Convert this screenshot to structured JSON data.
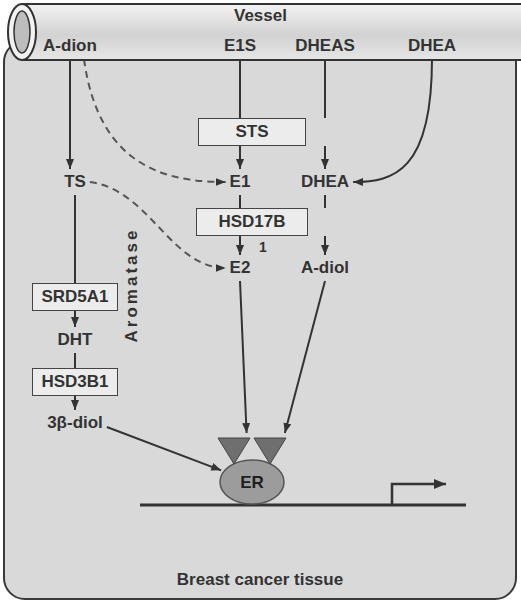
{
  "diagram": {
    "nodes": [
      {
        "text": [
          "Vessel"
        ]
      },
      {
        "text": [
          "A-dion"
        ],
        "in": 0
      },
      {
        "text": [
          "E1S"
        ],
        "in": 0
      },
      {
        "text": [
          "DHEAS"
        ],
        "in": 0
      },
      {
        "text": [
          "DHEA"
        ],
        "in": 0
      },
      {
        "text": [
          "Breast cancer tissue"
        ]
      },
      {
        "text": [
          "TS"
        ],
        "in": 5
      },
      {
        "text": [
          "STS"
        ],
        "in": 5
      },
      {
        "text": [
          "E1"
        ],
        "in": 5
      },
      {
        "text": [
          "DHEA"
        ],
        "in": 5
      },
      {
        "text": [
          "HSD17B"
        ],
        "in": 5
      },
      {
        "text": [
          "E2"
        ],
        "in": 5
      },
      {
        "text": [
          "A-diol"
        ],
        "in": 5
      },
      {
        "text": [
          "SRD5A1"
        ],
        "in": 5
      },
      {
        "text": [
          "DHT"
        ],
        "in": 5
      },
      {
        "text": [
          "HSD3B1"
        ],
        "in": 5
      },
      {
        "text": [
          "3β-diol"
        ],
        "in": 5
      },
      {
        "text": [
          "ER"
        ],
        "in": 5
      }
    ],
    "edges": [
      {
        "from": 1,
        "to": 6,
        "arrow": "to"
      },
      {
        "from": 2,
        "to": 7,
        "arrow": "none"
      },
      {
        "from": 3,
        "to": 7,
        "arrow": "none"
      },
      {
        "from": 7,
        "to": 8,
        "arrow": "to"
      },
      {
        "from": 7,
        "to": 9,
        "arrow": "to"
      },
      {
        "from": 4,
        "to": 9,
        "arrow": "to"
      },
      {
        "from": 1,
        "to": 8,
        "arrow": "to"
      },
      {
        "from": 6,
        "to": 11,
        "arrow": "to"
      },
      {
        "from": 6,
        "to": 13,
        "arrow": "none"
      },
      {
        "from": 13,
        "to": 14,
        "arrow": "to"
      },
      {
        "from": 14,
        "to": 15,
        "arrow": "none"
      },
      {
        "from": 15,
        "to": 16,
        "arrow": "to"
      },
      {
        "from": 8,
        "to": 10,
        "arrow": "none"
      },
      {
        "from": 9,
        "to": 10,
        "arrow": "none"
      },
      {
        "from": 10,
        "to": 11,
        "arrow": "to"
      },
      {
        "from": 10,
        "to": 12,
        "arrow": "to"
      },
      {
        "from": 16,
        "to": 17,
        "arrow": "to"
      },
      {
        "from": 11,
        "to": 17,
        "arrow": "to"
      },
      {
        "from": 12,
        "to": 17,
        "arrow": "to"
      }
    ],
    "labels": [
      "Aromatase",
      "1"
    ]
  }
}
